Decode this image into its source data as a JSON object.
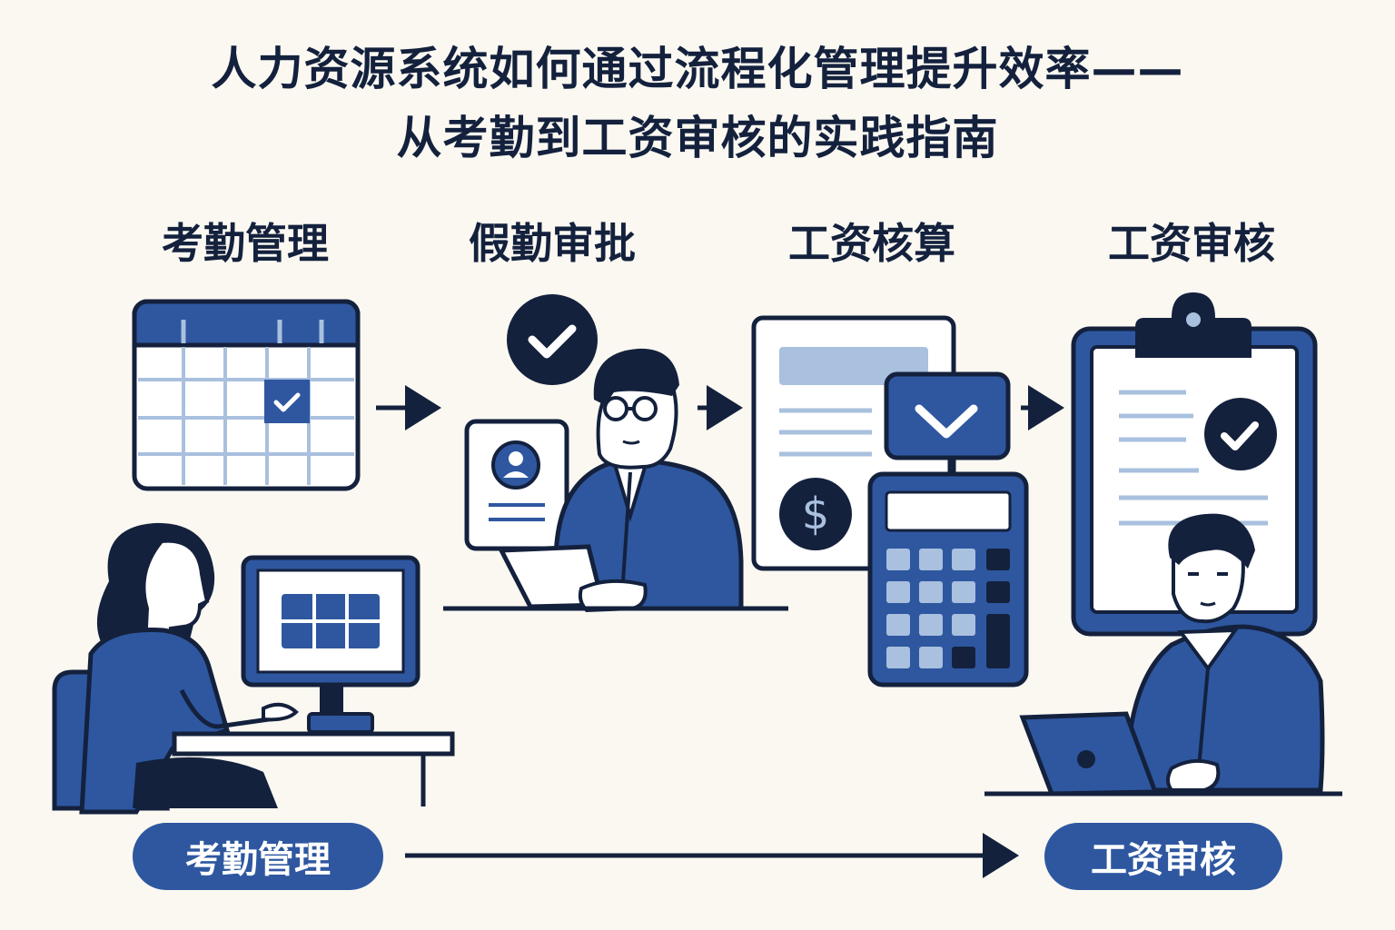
{
  "title": {
    "line1": "人力资源系统如何通过流程化管理提升效率——",
    "line2": "从考勤到工资审核的实践指南"
  },
  "steps": [
    {
      "label": "考勤管理"
    },
    {
      "label": "假勤审批"
    },
    {
      "label": "工资核算"
    },
    {
      "label": "工资审核"
    }
  ],
  "flow": {
    "start_label": "考勤管理",
    "end_label": "工资审核"
  },
  "icons": {
    "currency_symbol": "$"
  },
  "colors": {
    "primary": "#2e57a0",
    "dark": "#14213d",
    "light": "#a9c0de",
    "background": "#faf8f1"
  }
}
